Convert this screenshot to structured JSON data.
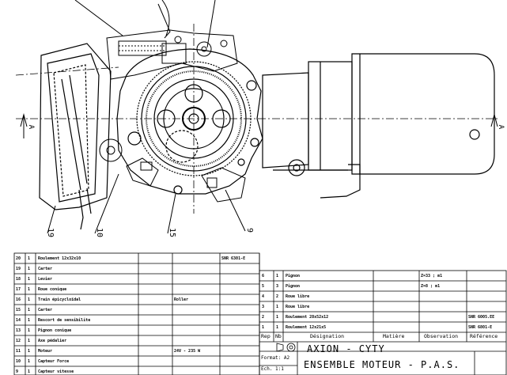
{
  "drawing": {
    "callouts": [
      "19",
      "10",
      "15",
      "9"
    ],
    "section_marks": [
      "A",
      "A"
    ]
  },
  "parts_left": [
    {
      "rep": "20",
      "nb": "1",
      "designation": "Roulement 12x32x10",
      "ref": "SNR 6301-E",
      "obs": ""
    },
    {
      "rep": "19",
      "nb": "1",
      "designation": "Carter",
      "ref": "",
      "obs": ""
    },
    {
      "rep": "18",
      "nb": "1",
      "designation": "Levier",
      "ref": "",
      "obs": ""
    },
    {
      "rep": "17",
      "nb": "1",
      "designation": "Roue conique",
      "ref": "",
      "obs": ""
    },
    {
      "rep": "16",
      "nb": "1",
      "designation": "Train épicycloïdal",
      "ref": "",
      "obs": "Roller"
    },
    {
      "rep": "15",
      "nb": "1",
      "designation": "Carter",
      "ref": "",
      "obs": ""
    },
    {
      "rep": "14",
      "nb": "1",
      "designation": "Rescort de sensibilite",
      "ref": "",
      "obs": ""
    },
    {
      "rep": "13",
      "nb": "1",
      "designation": "Pignon conique",
      "ref": "",
      "obs": ""
    },
    {
      "rep": "12",
      "nb": "1",
      "designation": "Axe pédalier",
      "ref": "",
      "obs": ""
    },
    {
      "rep": "11",
      "nb": "1",
      "designation": "Moteur",
      "ref": "",
      "obs": "24V - 235 W"
    },
    {
      "rep": "10",
      "nb": "1",
      "designation": "Capteur Force",
      "ref": "",
      "obs": ""
    },
    {
      "rep": "9",
      "nb": "1",
      "designation": "Capteur vitesse",
      "ref": "",
      "obs": ""
    }
  ],
  "parts_right": [
    {
      "rep": "6",
      "nb": "1",
      "designation": "Pignon",
      "obs": "Z=33 ; m1"
    },
    {
      "rep": "5",
      "nb": "3",
      "designation": "Pignon",
      "obs": "Z=8 ; m1"
    },
    {
      "rep": "4",
      "nb": "2",
      "designation": "Roue libre",
      "obs": ""
    },
    {
      "rep": "3",
      "nb": "1",
      "designation": "Roue libre",
      "obs": ""
    },
    {
      "rep": "2",
      "nb": "1",
      "designation": "Roulement 28x52x12",
      "obs": "",
      "ref": "SNR 6005.EE"
    },
    {
      "rep": "1",
      "nb": "1",
      "designation": "Roulement 12x21x5",
      "obs": "",
      "ref": "SNR 6801-E"
    }
  ],
  "header": {
    "rep": "Rep",
    "nb": "Nb",
    "designation": "Désignation",
    "matiere": "Matière",
    "observation": "Observation",
    "reference": "Référence"
  },
  "title_block": {
    "title": "AXION - CYTY",
    "subtitle": "ENSEMBLE MOTEUR - P.A.S.",
    "format": "Format: A2",
    "scale": "Ech. 1:1"
  }
}
